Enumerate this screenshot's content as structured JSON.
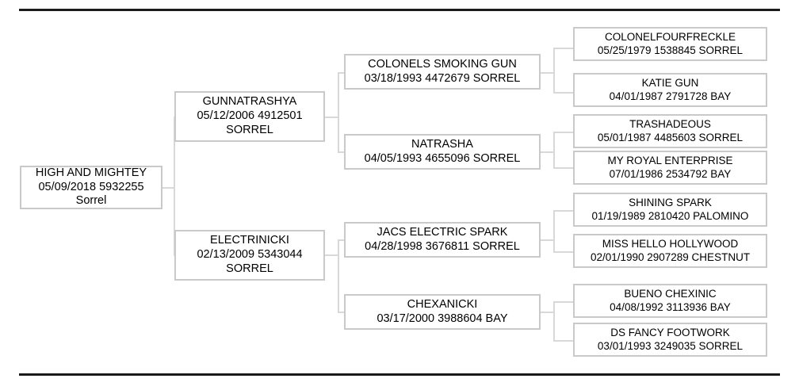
{
  "chart_data": {
    "type": "diagram",
    "title": "",
    "diagram_kind": "pedigree-tree",
    "generations": 4,
    "root": "HIGH AND MIGHTEY"
  },
  "decor": {
    "top_rule": "horizontal-rule",
    "bottom_rule": "horizontal-rule"
  },
  "pedigree": {
    "gen1": [
      {
        "name": "HIGH AND MIGHTEY",
        "details": "05/09/2018 5932255",
        "color": "Sorrel"
      }
    ],
    "gen2": [
      {
        "name": "GUNNATRASHYA",
        "details": "05/12/2006 4912501",
        "color": "SORREL"
      },
      {
        "name": "ELECTRINICKI",
        "details": "02/13/2009 5343044",
        "color": "SORREL"
      }
    ],
    "gen3": [
      {
        "name": "COLONELS SMOKING GUN",
        "details": "03/18/1993 4472679 SORREL"
      },
      {
        "name": "NATRASHA",
        "details": "04/05/1993 4655096 SORREL"
      },
      {
        "name": "JACS ELECTRIC SPARK",
        "details": "04/28/1998 3676811 SORREL"
      },
      {
        "name": "CHEXANICKI",
        "details": "03/17/2000 3988604 BAY"
      }
    ],
    "gen4": [
      {
        "name": "COLONELFOURFRECKLE",
        "details": "05/25/1979 1538845 SORREL"
      },
      {
        "name": "KATIE GUN",
        "details": "04/01/1987 2791728 BAY"
      },
      {
        "name": "TRASHADEOUS",
        "details": "05/01/1987 4485603 SORREL"
      },
      {
        "name": "MY ROYAL ENTERPRISE",
        "details": "07/01/1986 2534792 BAY"
      },
      {
        "name": "SHINING SPARK",
        "details": "01/19/1989 2810420 PALOMINO"
      },
      {
        "name": "MISS HELLO HOLLYWOOD",
        "details": "02/01/1990 2907289 CHESTNUT"
      },
      {
        "name": "BUENO CHEXINIC",
        "details": "04/08/1992 3113936 BAY"
      },
      {
        "name": "DS FANCY FOOTWORK",
        "details": "03/01/1993 3249035 SORREL"
      }
    ]
  },
  "colors": {
    "box_border": "#c9c9c9",
    "connector": "#d8d8d8",
    "rule": "#1a1a1a",
    "text": "#000000",
    "background": "#ffffff"
  }
}
